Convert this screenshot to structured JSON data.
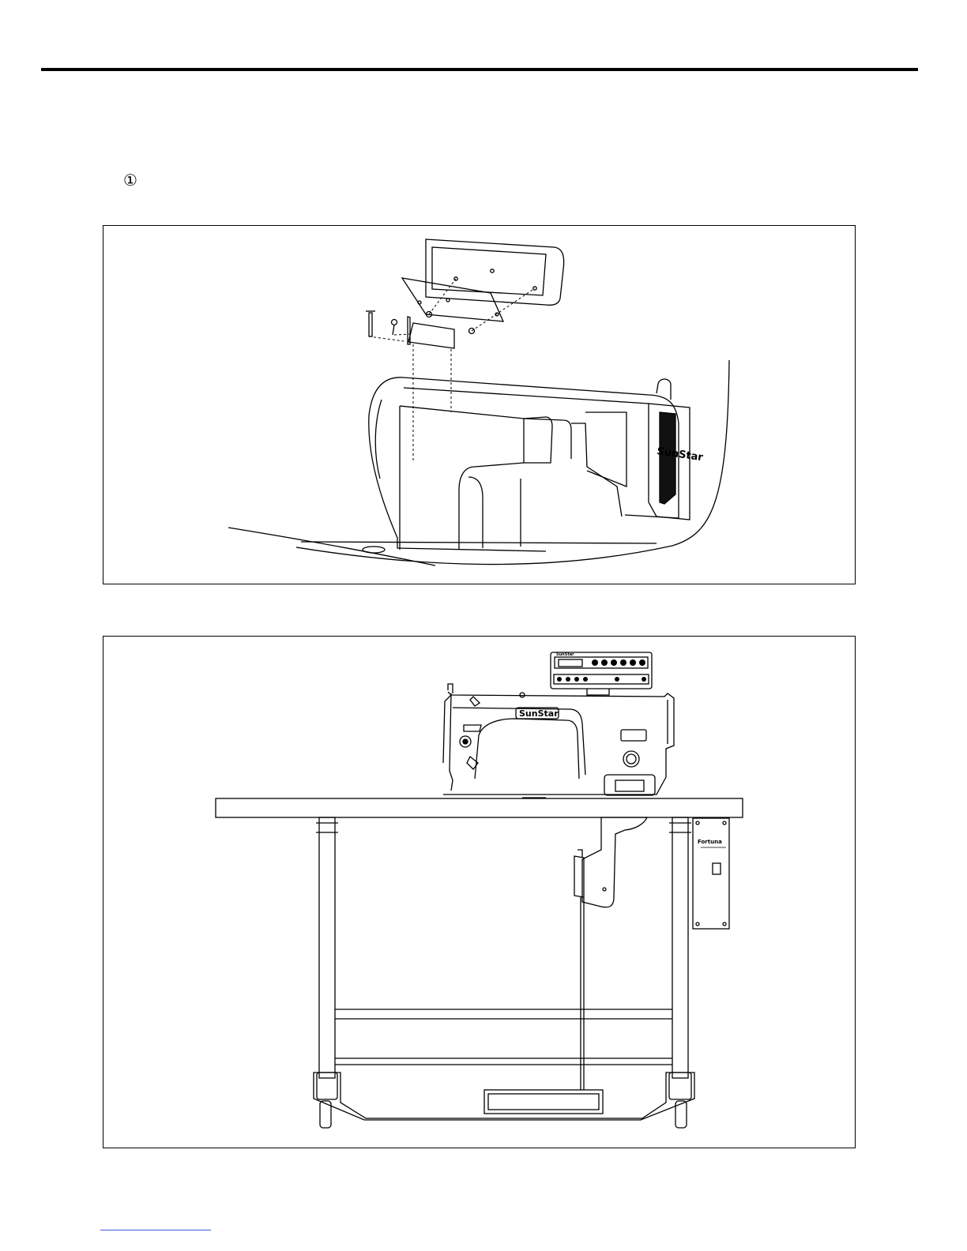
{
  "page": {
    "step_marker": "①"
  },
  "figure1": {
    "brand_label": "SunStar"
  },
  "figure2": {
    "machine_brand": "SunStar",
    "controller_brand": "Fortuna",
    "control_panel_brand": "SunStar"
  },
  "colors": {
    "line": "#000000",
    "footer_link": "#3b5bd6"
  }
}
